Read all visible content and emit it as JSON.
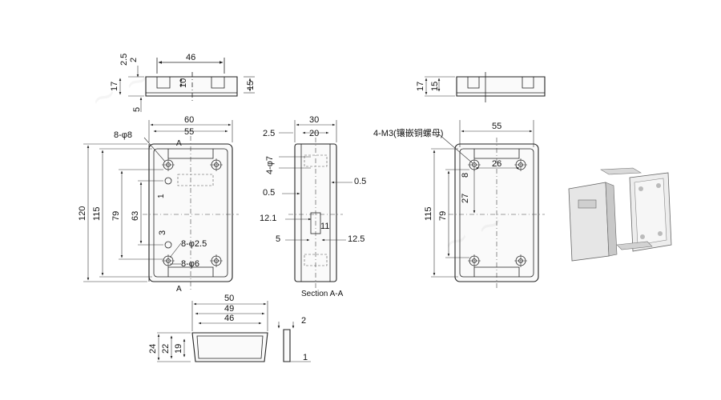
{
  "top_view_left": {
    "w46": "46",
    "d2_5": "2.5",
    "d2": "2",
    "d17": "17",
    "d10": "10",
    "d15": "15",
    "d5": "5"
  },
  "top_view_right": {
    "d17": "17",
    "d15": "15"
  },
  "front_view": {
    "w60": "60",
    "w55": "55",
    "holes8": "8-φ8",
    "h120": "120",
    "h115": "115",
    "h79": "79",
    "h63": "63",
    "d1": "1",
    "d3": "3",
    "holes25": "8-φ2.5",
    "holes6": "8-φ6",
    "markA": "A"
  },
  "section": {
    "w30": "30",
    "w20": "20",
    "d2_5": "2.5",
    "holes7": "4-φ7",
    "d0_5a": "0.5",
    "d0_5b": "0.5",
    "d12_1": "12.1",
    "d11": "11",
    "d5": "5",
    "d12_5": "12.5",
    "caption": "Section A-A"
  },
  "inner_view": {
    "thread": "4-M3(镶嵌铜螺母)",
    "w55": "55",
    "d26": "26",
    "d8": "8",
    "d27": "27",
    "h115": "115",
    "h79": "79"
  },
  "end_view": {
    "w50": "50",
    "w49": "49",
    "w46": "46",
    "h24": "24",
    "h22": "22",
    "h19": "19",
    "d2": "2",
    "d1": "1"
  }
}
